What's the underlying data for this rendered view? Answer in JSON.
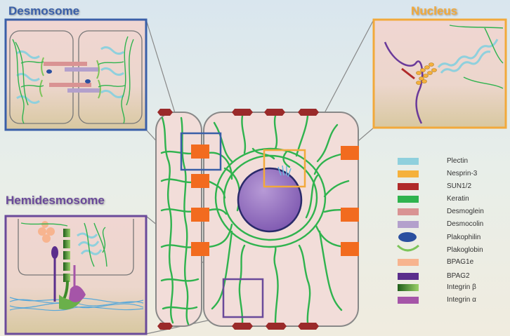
{
  "panels": {
    "desmosome": {
      "title": "Desmosome",
      "color": "#3a5fa8"
    },
    "nucleus": {
      "title": "Nucleus",
      "color": "#f2a93b"
    },
    "hemidesmosome": {
      "title": "Hemidesmosome",
      "color": "#6a4a9a"
    }
  },
  "legend": [
    {
      "label": "Plectin",
      "color": "#8fd0dd",
      "shape": "bar"
    },
    {
      "label": "Nesprin-3",
      "color": "#f5b13c",
      "shape": "bar"
    },
    {
      "label": "SUN1/2",
      "color": "#b02a2a",
      "shape": "bar"
    },
    {
      "label": "Keratin",
      "color": "#2fb34e",
      "shape": "bar"
    },
    {
      "label": "Desmoglein",
      "color": "#d99393",
      "shape": "bar"
    },
    {
      "label": "Desmocolin",
      "color": "#b3a0cc",
      "shape": "bar"
    },
    {
      "label": "Plakophilin",
      "color": "#2a4fa0",
      "shape": "ellipse"
    },
    {
      "label": "Plakoglobin",
      "color": "#7cc45a",
      "shape": "arc"
    },
    {
      "label": "BPAG1e",
      "color": "#f7b48f",
      "shape": "bar"
    },
    {
      "label": "BPAG2",
      "color": "#5a2e8c",
      "shape": "bar"
    },
    {
      "label": "Integrin β",
      "color": "#3c8a2a",
      "shape": "gradient"
    },
    {
      "label": "Integrin α",
      "color": "#a555a8",
      "shape": "bar"
    }
  ]
}
